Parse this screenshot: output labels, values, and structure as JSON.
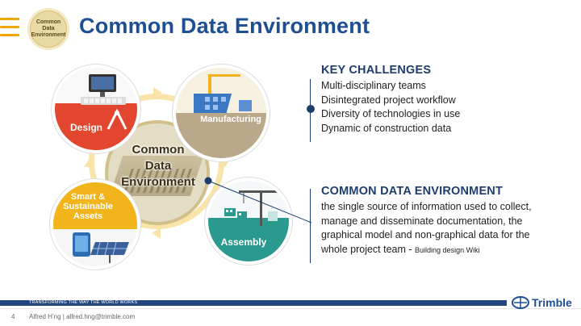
{
  "header": {
    "badge_lines": [
      "Common",
      "Data",
      "Environment"
    ],
    "title": "Common Data Environment"
  },
  "diagram": {
    "center_lines": [
      "Common",
      "Data",
      "Environment"
    ],
    "nodes": {
      "design": "Design",
      "manufacturing": "Manufacturing",
      "smart": "Smart & Sustainable Assets",
      "assembly": "Assembly"
    },
    "colors": {
      "design": "#e3462f",
      "manufacturing": "#b9a88a",
      "smart": "#f1b41b",
      "assembly": "#2a9a8e",
      "ring": "#f8e3a8"
    }
  },
  "key_challenges": {
    "heading": "KEY CHALLENGES",
    "items": [
      "Multi-disciplinary teams",
      "Disintegrated project workflow",
      "Diversity of technologies in use",
      "Dynamic of construction data"
    ]
  },
  "cde": {
    "heading": "COMMON DATA ENVIRONMENT",
    "lines": [
      "the single source of information used to collect,",
      "manage and disseminate documentation, the",
      "graphical model and non-graphical data for the",
      "whole project team - "
    ],
    "source": "Building design Wiki"
  },
  "footer": {
    "tagline": "TRANSFORMING THE WAY THE WORLD WORKS",
    "page_number": "4",
    "author": "Alfred H’ng | alfred.hng@trimble.com",
    "brand": "Trimble"
  }
}
